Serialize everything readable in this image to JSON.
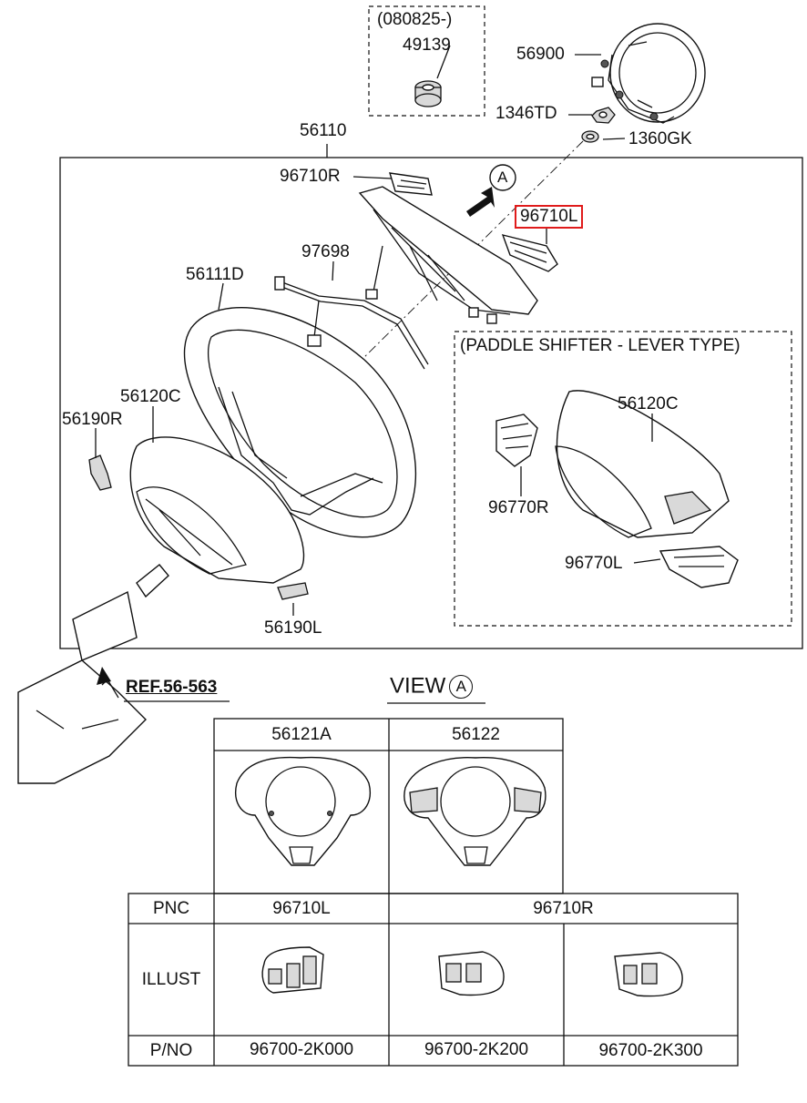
{
  "labels": {
    "date_code": "(080825-)",
    "p49139": "49139",
    "p56900": "56900",
    "p1346TD": "1346TD",
    "p1360GK": "1360GK",
    "p56110": "56110",
    "p96710R": "96710R",
    "p96710L": "96710L",
    "p97698": "97698",
    "p56111D": "56111D",
    "p56120C": "56120C",
    "p56190R": "56190R",
    "p56190L": "56190L",
    "paddle_title": "(PADDLE SHIFTER - LEVER TYPE)",
    "p56120C_paddle": "56120C",
    "p96770R": "96770R",
    "p96770L": "96770L",
    "ref": "REF.56-563",
    "view_word": "VIEW",
    "view_letter": "A",
    "callout_a": "A"
  },
  "highlight_color": "#e01b1b",
  "view_table": {
    "headers": [
      "56121A",
      "56122"
    ]
  },
  "switch_table": {
    "row_headers": [
      "PNC",
      "ILLUST",
      "P/NO"
    ],
    "pnc": [
      "96710L",
      "96710R"
    ],
    "part_numbers": [
      "96700-2K000",
      "96700-2K200",
      "96700-2K300"
    ]
  }
}
